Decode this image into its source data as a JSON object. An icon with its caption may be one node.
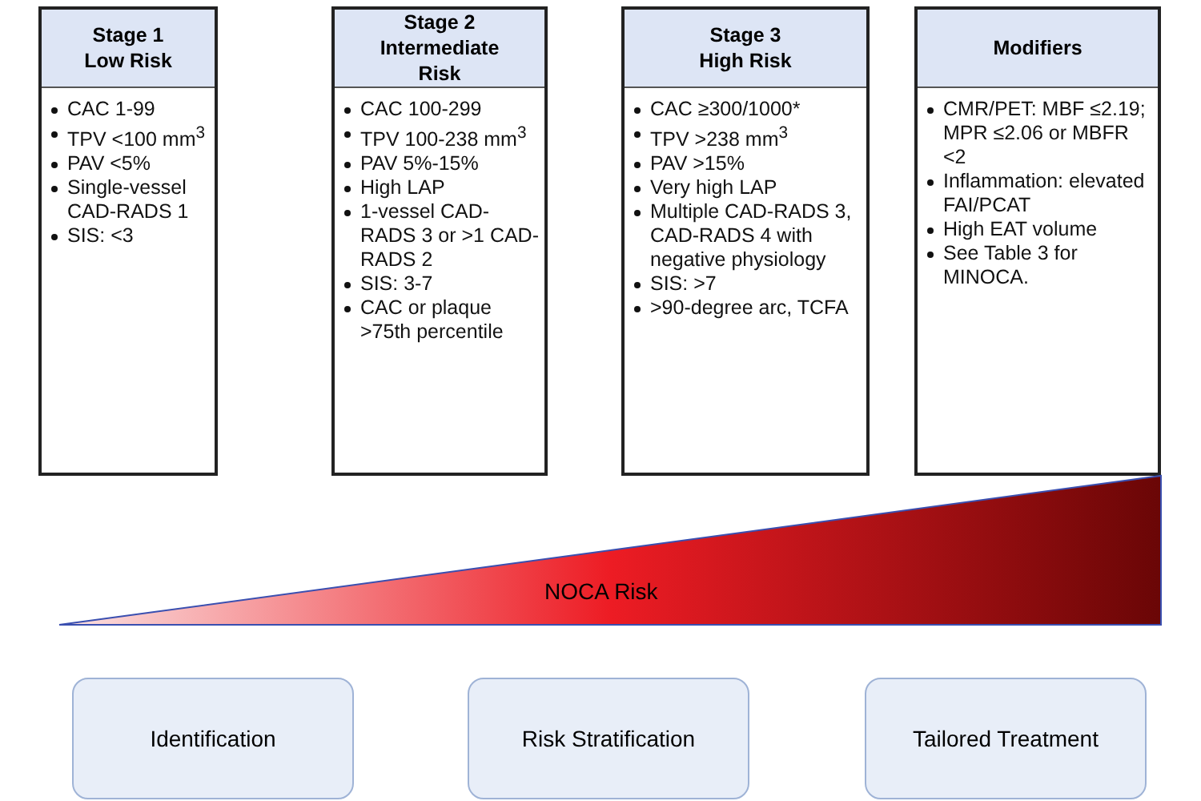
{
  "diagram": {
    "nodes": [
      {
        "text": [
          "Stage 1 Low Risk",
          "CAC 1-99",
          "TPV <100 mm$^{3}$",
          "PAV <5%",
          "Single-vessel CAD-RADS 1",
          "SIS: <3"
        ]
      },
      {
        "text": [
          "Stage 2 Intermediate Risk",
          "CAC 100-299",
          "TPV 100-238 mm$^{3}$",
          "PAV 5%-15%",
          "High LAP",
          "1-vessel CAD-RADS 3 or >1 CAD-RADS 2",
          "SIS: 3-7",
          "CAC or plaque >75th percentile"
        ]
      },
      {
        "text": [
          "Stage 3 High Risk",
          "CAC ≥300/1000*",
          "TPV >238 mm$^{3}$",
          "PAV >15%",
          "Very high LAP",
          "Multiple CAD-RADS 3, CAD-RADS 4 with negative physiology",
          "SIS: >7",
          ">90-degree arc, TCFA"
        ]
      },
      {
        "text": [
          "Modifiers",
          "CMR/PET: MBF ≤2.19; MPR ≤2.06 or MBFR <2",
          "Inflammation: elevated FAI/PCAT",
          "High EAT volume",
          "See Table 3 for MINOCA."
        ]
      },
      {
        "text": [
          "NOCA Risk"
        ]
      },
      {
        "text": [
          "Identification"
        ]
      },
      {
        "text": [
          "Risk Stratification"
        ]
      },
      {
        "text": [
          "Tailored Treatment"
        ]
      }
    ],
    "edges": []
  }
}
